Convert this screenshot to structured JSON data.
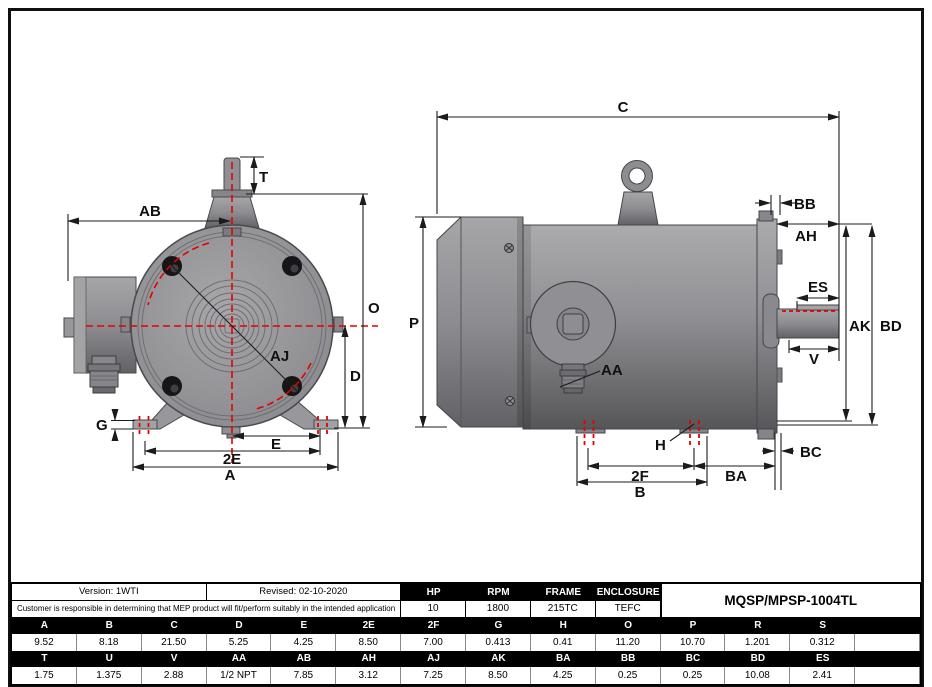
{
  "drawing": {
    "front_view_labels": {
      "t": "T",
      "ab": "AB",
      "o": "O",
      "d": "D",
      "aj": "AJ",
      "g": "G",
      "e": "E",
      "e2": "2E",
      "a": "A"
    },
    "side_view_labels": {
      "c": "C",
      "p": "P",
      "bb": "BB",
      "ah": "AH",
      "es": "ES",
      "ak": "AK",
      "bd": "BD",
      "v": "V",
      "aa": "AA",
      "h": "H",
      "f2": "2F",
      "ba": "BA",
      "b": "B",
      "bc": "BC"
    },
    "colors": {
      "centerline_red": "#e60000",
      "body_gray": "#909094",
      "line_black": "#1b1b1b"
    }
  },
  "table": {
    "version": "Version: 1WTI",
    "revised": "Revised: 02-10-2020",
    "disclaimer": "Customer is responsible in determining that MEP product will fit/perform suitably in the intended application",
    "model": "MQSP/MPSP-1004TL",
    "spec_headers": [
      "HP",
      "RPM",
      "FRAME",
      "ENCLOSURE"
    ],
    "spec_values": [
      "10",
      "1800",
      "215TC",
      "TEFC"
    ],
    "r1h": [
      "A",
      "B",
      "C",
      "D",
      "E",
      "2E",
      "2F",
      "G",
      "H",
      "O",
      "P",
      "R",
      "S",
      ""
    ],
    "r1v": [
      "9.52",
      "8.18",
      "21.50",
      "5.25",
      "4.25",
      "8.50",
      "7.00",
      "0.413",
      "0.41",
      "11.20",
      "10.70",
      "1.201",
      "0.312",
      ""
    ],
    "r2h": [
      "T",
      "U",
      "V",
      "AA",
      "AB",
      "AH",
      "AJ",
      "AK",
      "BA",
      "BB",
      "BC",
      "BD",
      "ES",
      ""
    ],
    "r2v": [
      "1.75",
      "1.375",
      "2.88",
      "1/2 NPT",
      "7.85",
      "3.12",
      "7.25",
      "8.50",
      "4.25",
      "0.25",
      "0.25",
      "10.08",
      "2.41",
      ""
    ]
  }
}
